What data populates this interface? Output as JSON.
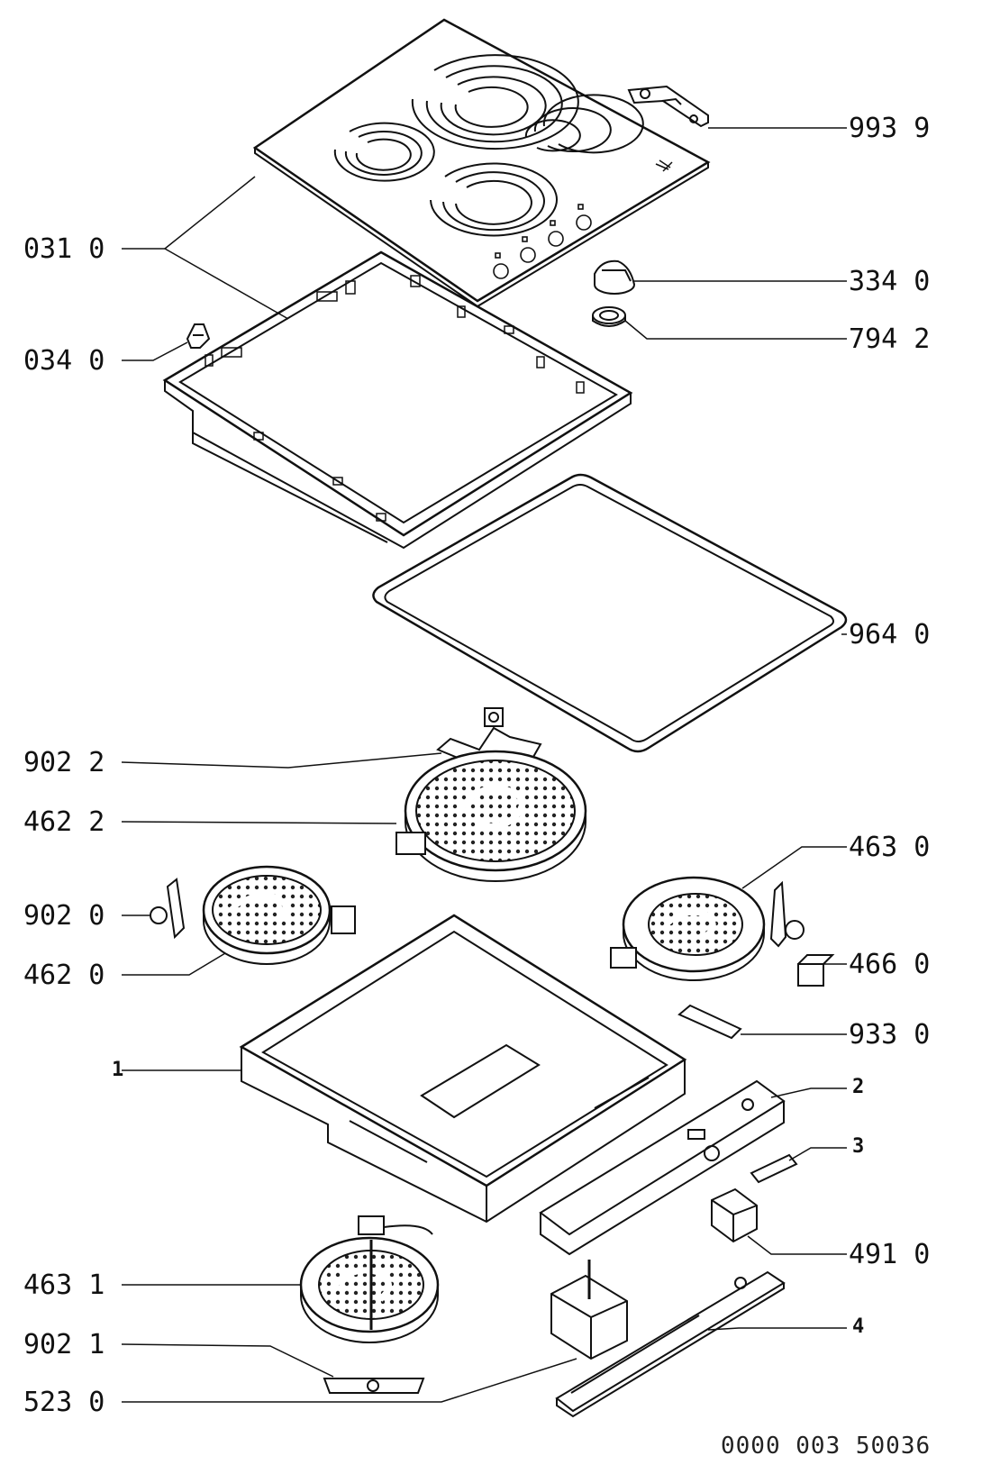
{
  "labels": {
    "l9939": "993 9",
    "l0310": "031 0",
    "l3340": "334 0",
    "l7942": "794 2",
    "l0340": "034 0",
    "l9640": "964 0",
    "l9022": "902 2",
    "l4622": "462 2",
    "l4630": "463 0",
    "l9020": "902 0",
    "l4660": "466 0",
    "l4620": "462 0",
    "l9330": "933 0",
    "l1": "1",
    "l2": "2",
    "l3": "3",
    "l4910": "491 0",
    "l4631": "463 1",
    "l4": "4",
    "l9021": "902 1",
    "l5230": "523 0"
  },
  "document_number": "0000 003 50036"
}
